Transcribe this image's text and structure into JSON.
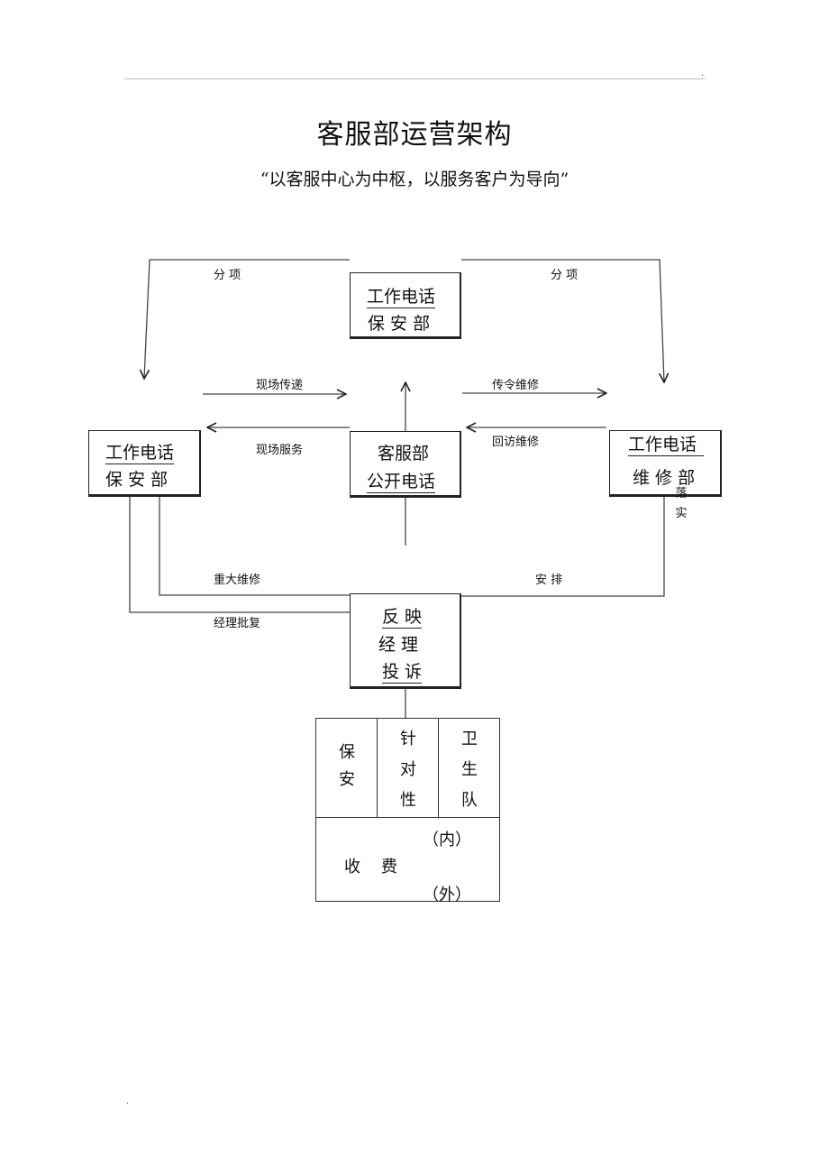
{
  "header": {
    "top_right_mark": ".",
    "bottom_left_mark": "."
  },
  "title": "客服部运营架构",
  "subtitle": "“以客服中心为中枢，以服务客户为导向”",
  "boxes": {
    "top_security": {
      "line1": "工作电话",
      "line2": "保 安 部"
    },
    "left_security": {
      "line1": "工作电话",
      "line2": "保 安 部"
    },
    "center_service": {
      "line1": "客服部",
      "line2": "公开电话"
    },
    "right_maintenance": {
      "line1": "工作电话",
      "line2": "维 修 部"
    },
    "manager": {
      "line1": "反 映",
      "line2": "经  理",
      "line3": "投 诉"
    }
  },
  "labels": {
    "top_left_branch": "分   项",
    "top_right_branch": "分   项",
    "site_transfer": "现场传递",
    "order_repair": "传令维修",
    "site_service": "现场服务",
    "return_visit": "回访维修",
    "implement": "落实",
    "major_repair": "重大维修",
    "arrange": "安    排",
    "manager_approval": "经理批复"
  },
  "bottom_table": {
    "security": "保安",
    "targeted": "针对性",
    "sanitation": "卫生队",
    "fee_label": "收    费",
    "inner": "（内）",
    "outer": "（外）"
  }
}
